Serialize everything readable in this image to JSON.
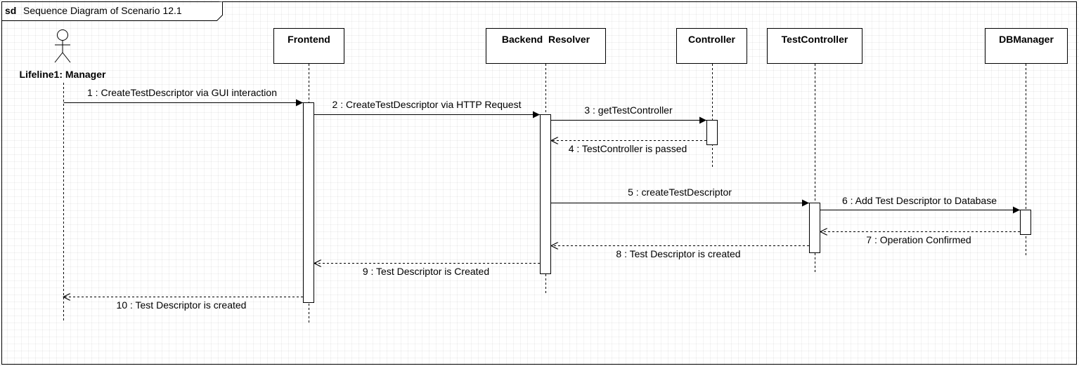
{
  "frame": {
    "keyword": "sd",
    "title": "Sequence Diagram of Scenario 12.1"
  },
  "actor": {
    "label": "Lifeline1: Manager"
  },
  "lifelines": [
    {
      "id": "frontend",
      "label": "Frontend"
    },
    {
      "id": "backend",
      "label": "Backend  Resolver"
    },
    {
      "id": "controller",
      "label": "Controller"
    },
    {
      "id": "testcontroller",
      "label": "TestController"
    },
    {
      "id": "dbmanager",
      "label": "DBManager"
    }
  ],
  "messages": [
    {
      "label": "1 : CreateTestDescriptor via GUI interaction",
      "kind": "sync"
    },
    {
      "label": "2 : CreateTestDescriptor via HTTP Request",
      "kind": "sync"
    },
    {
      "label": "3 : getTestController",
      "kind": "sync"
    },
    {
      "label": "4 : TestController is passed",
      "kind": "reply"
    },
    {
      "label": "5 : createTestDescriptor",
      "kind": "sync"
    },
    {
      "label": "6 : Add Test Descriptor to Database",
      "kind": "sync"
    },
    {
      "label": "7 : Operation Confirmed",
      "kind": "reply"
    },
    {
      "label": "8 : Test Descriptor is created",
      "kind": "reply"
    },
    {
      "label": "9 : Test Descriptor is Created",
      "kind": "reply"
    },
    {
      "label": "10 : Test Descriptor is created",
      "kind": "reply"
    }
  ]
}
